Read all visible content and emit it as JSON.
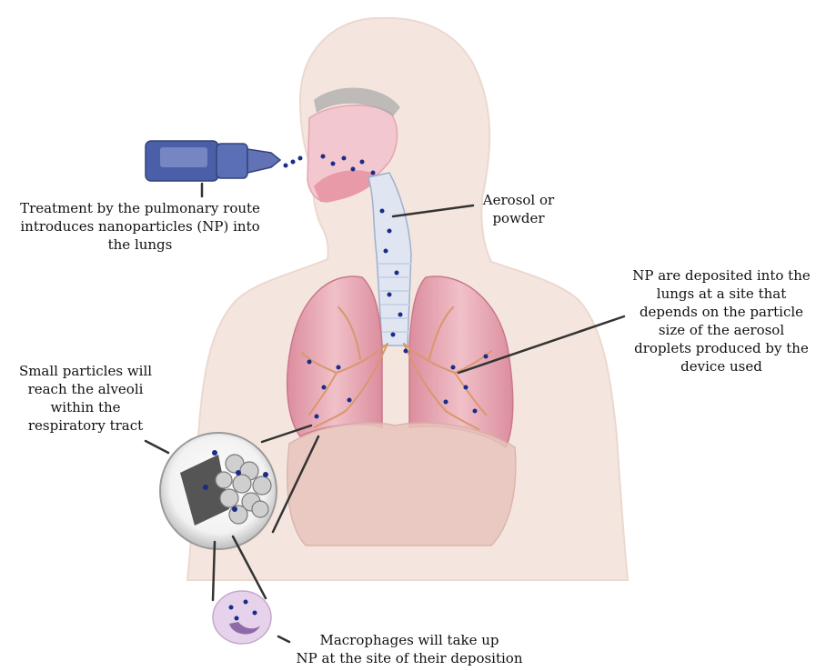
{
  "labels": {
    "treatment": [
      "Treatment by the pulmonary route",
      "introduces nanoparticles (NP) into",
      "the lungs"
    ],
    "aerosol": [
      "Aerosol or",
      "powder"
    ],
    "deposition": [
      "NP are deposited into the",
      "lungs at a site that",
      "depends on the particle",
      "size of the aerosol",
      "droplets produced by the",
      "device used"
    ],
    "small_particles": [
      "Small particles will",
      "reach the alveoli",
      "within the",
      "respiratory tract"
    ],
    "macrophages": [
      "Macrophages will take up",
      "NP at the site of their deposition"
    ]
  },
  "colors": {
    "skin": "#f4e6df",
    "lung": "#e9b0ba",
    "airway": "#dfe6f2",
    "bronchi": "#d9986c",
    "particle": "#1a2c8a",
    "inhaler": "#4a5fa8",
    "leader_line": "#333333",
    "diaphragm": "#e8c4bc"
  },
  "icons": {
    "inhaler": "inhaler-icon",
    "alveoli_magnifier": "alveoli-magnifier-icon",
    "macrophage_cell": "macrophage-cell-icon"
  }
}
